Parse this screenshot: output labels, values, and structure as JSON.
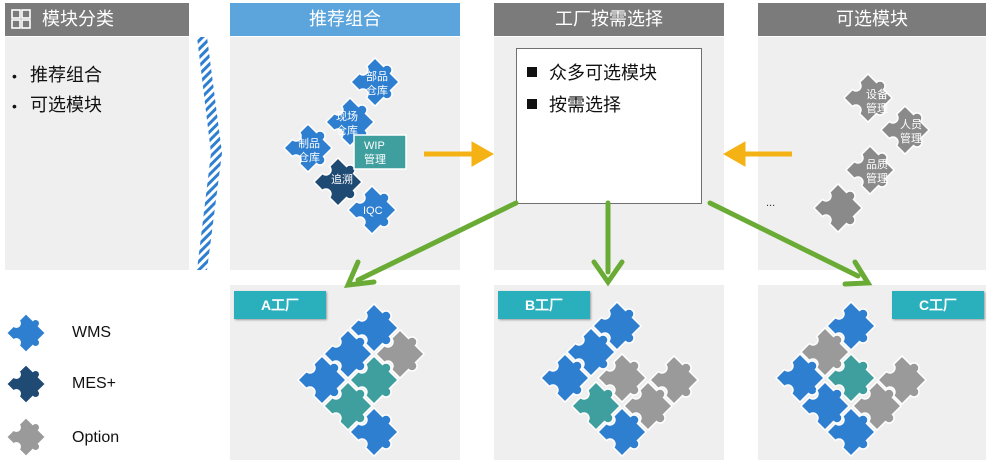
{
  "category_header": "模块分类",
  "category_items": [
    "推荐组合",
    "可选模块"
  ],
  "recommended_header": "推荐组合",
  "factory_header": "工厂按需选择",
  "optional_header": "可选模块",
  "factory_box_items": [
    "众多可选模块",
    "按需选择"
  ],
  "recommended_pieces": {
    "parts_warehouse": [
      "部品",
      "仓库"
    ],
    "site_warehouse": [
      "现场",
      "仓库"
    ],
    "product_warehouse": [
      "制品",
      "仓库"
    ],
    "wip": [
      "WIP",
      "管理"
    ],
    "trace": "追溯",
    "iqc": "IQC"
  },
  "optional_pieces": {
    "equipment": [
      "设备",
      "管理"
    ],
    "personnel": [
      "人员",
      "管理"
    ],
    "quality": [
      "品质",
      "管理"
    ],
    "more": "..."
  },
  "factory_tags": [
    "A工厂",
    "B工厂",
    "C工厂"
  ],
  "legend": [
    "WMS",
    "MES+",
    "Option"
  ],
  "colors": {
    "wms": "#2f7fd1",
    "mes": "#1f4a73",
    "option": "#9a9a9a",
    "option_dark": "#8a8a8a",
    "teal": "#3f9e9e",
    "arrow_yellow": "#f5b214",
    "arrow_green": "#6aab35"
  },
  "icons": [
    "grid-icon",
    "chevron-stripe-icon",
    "puzzle-piece-icon"
  ]
}
